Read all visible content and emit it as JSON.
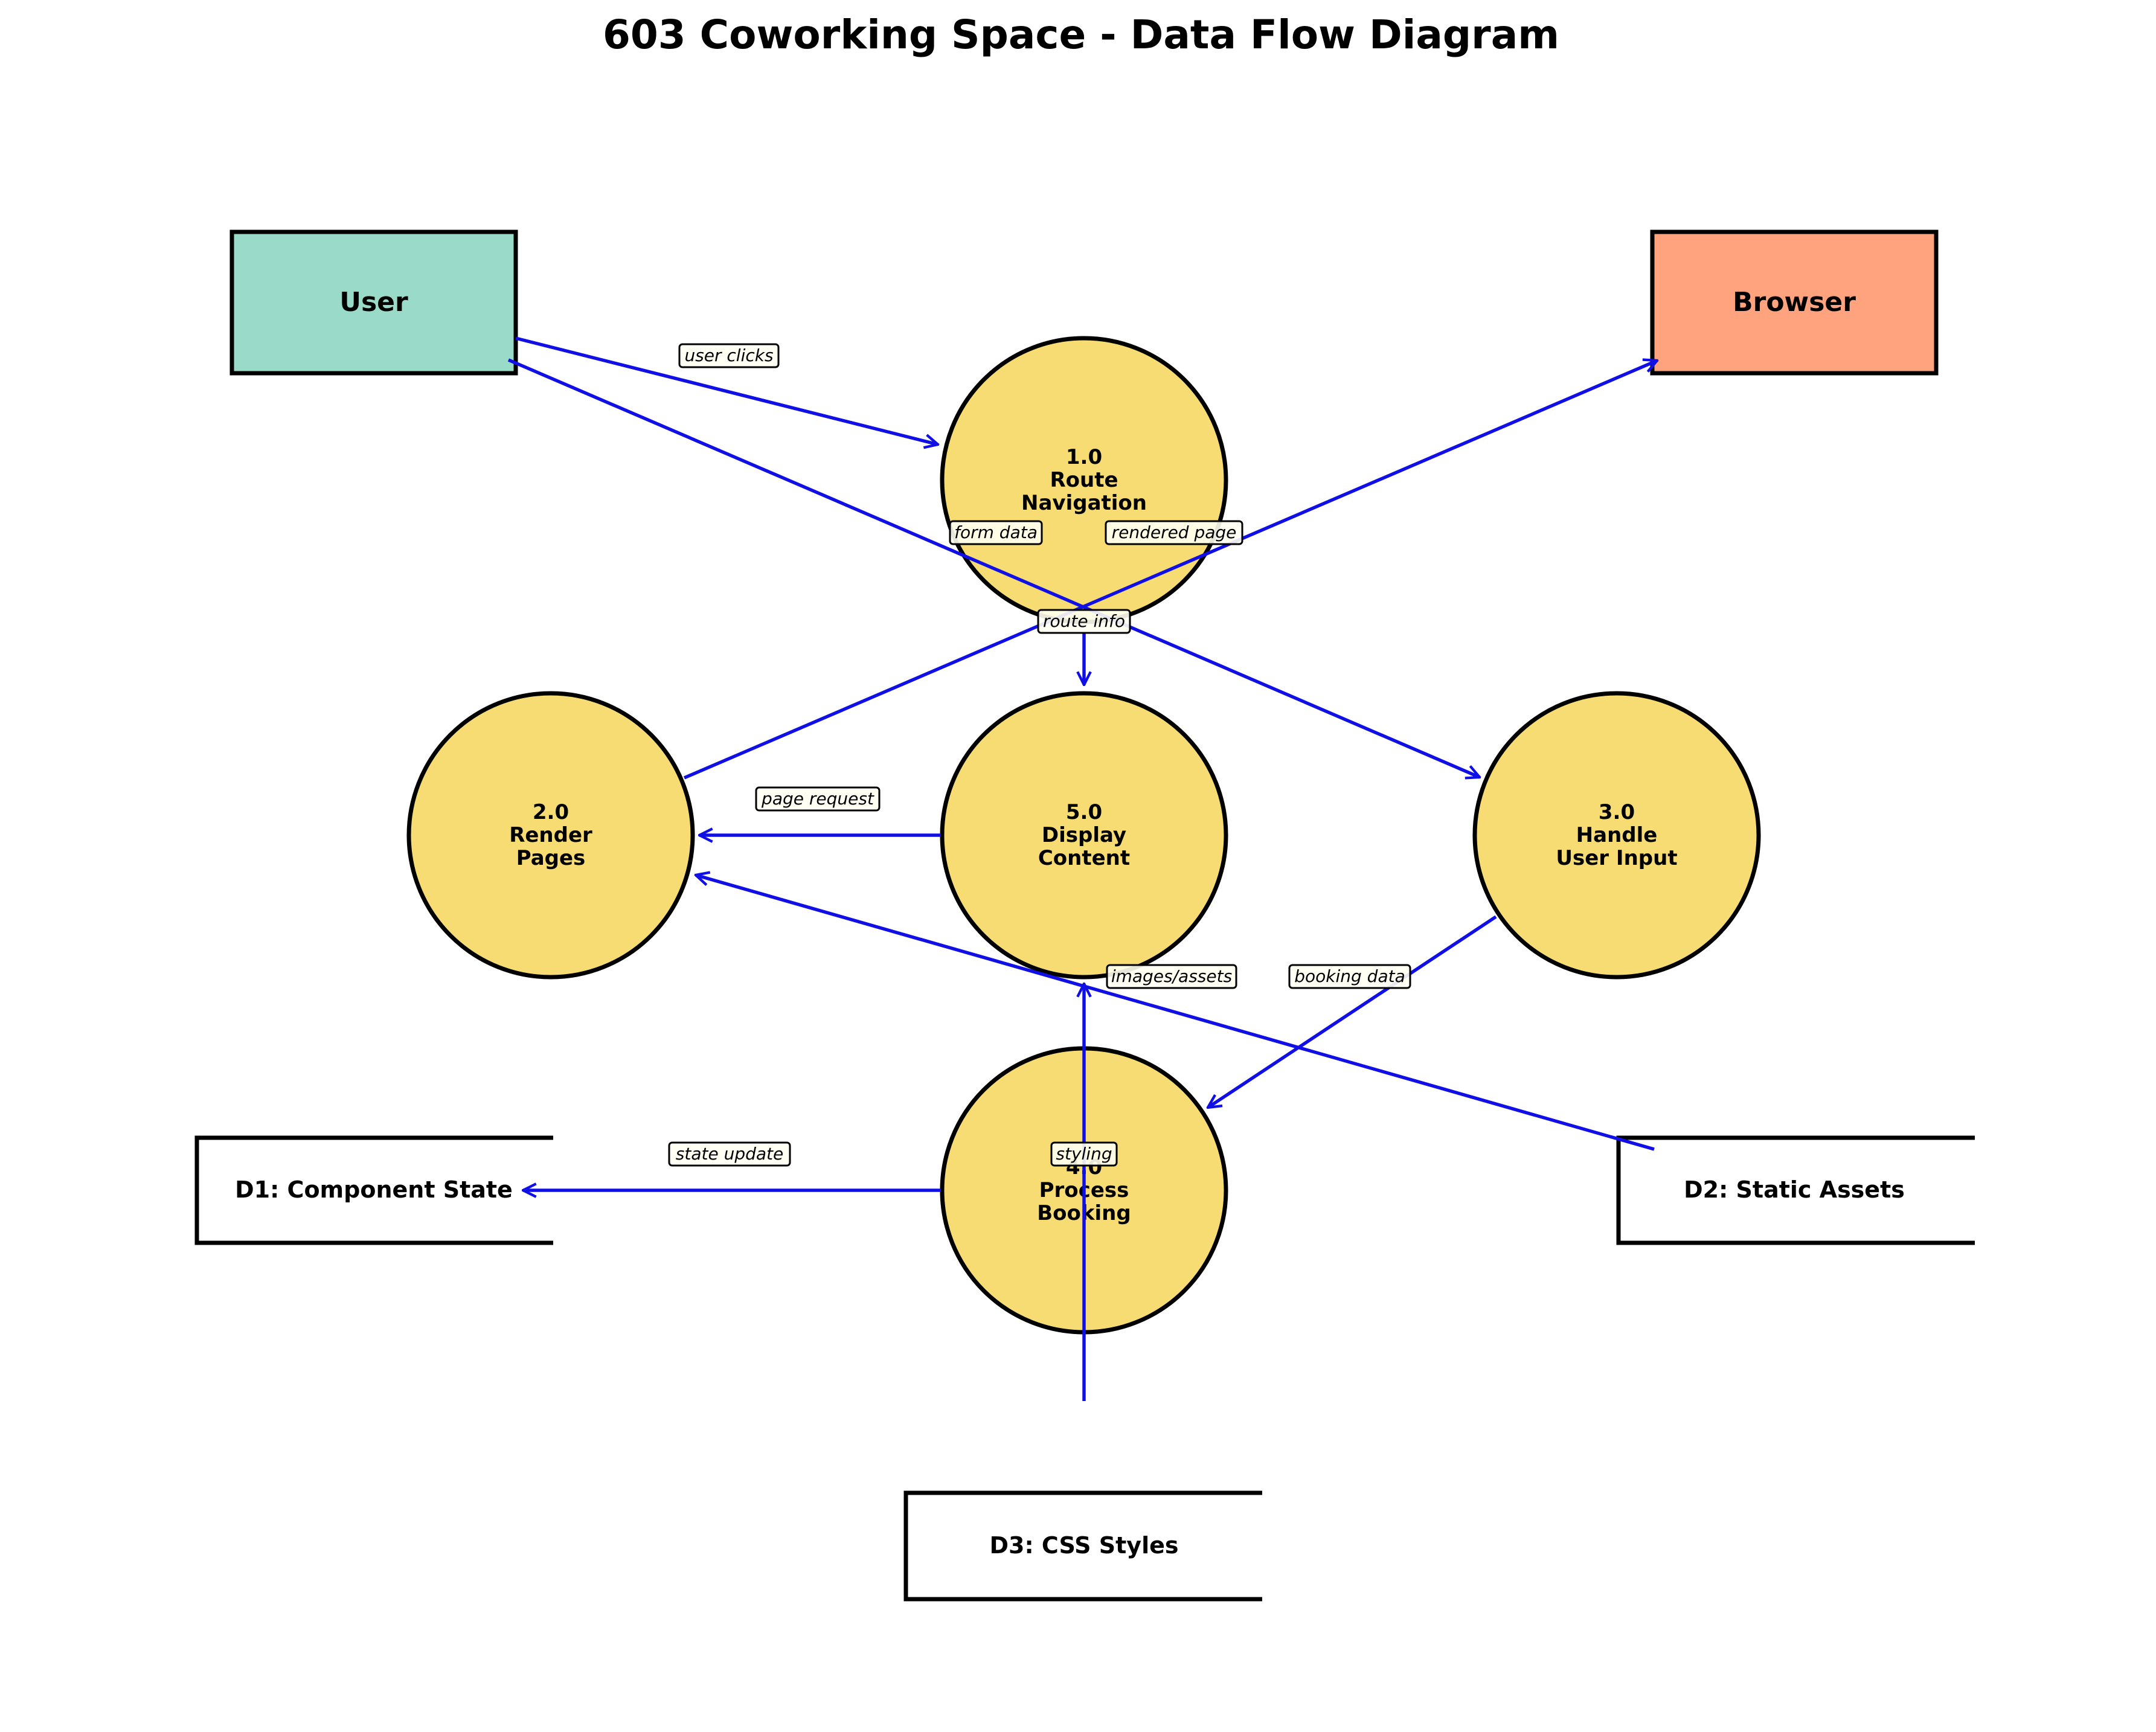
{
  "title": "603 Coworking Space - Data Flow Diagram",
  "colors": {
    "user_entity": "#99dbc8",
    "browser_entity": "#ffa37e",
    "process": "#f6dc73",
    "flow": "#1010e6",
    "stroke": "#000000"
  },
  "entities": {
    "user": "User",
    "browser": "Browser"
  },
  "processes": {
    "p1": {
      "id": "1.0",
      "line1": "Route",
      "line2": "Navigation"
    },
    "p2": {
      "id": "2.0",
      "line1": "Render",
      "line2": "Pages"
    },
    "p3": {
      "id": "3.0",
      "line1": "Handle",
      "line2": "User Input"
    },
    "p4": {
      "id": "4.0",
      "line1": "Process",
      "line2": "Booking"
    },
    "p5": {
      "id": "5.0",
      "line1": "Display",
      "line2": "Content"
    }
  },
  "stores": {
    "d1": "D1: Component State",
    "d2": "D2: Static Assets",
    "d3": "D3: CSS Styles"
  },
  "flows": {
    "user_clicks": "user clicks",
    "form_data": "form data",
    "rendered_page": "rendered page",
    "route_info": "route info",
    "page_request": "page request",
    "images_assets": "images/assets",
    "booking_data": "booking data",
    "state_update": "state update",
    "styling": "styling"
  }
}
